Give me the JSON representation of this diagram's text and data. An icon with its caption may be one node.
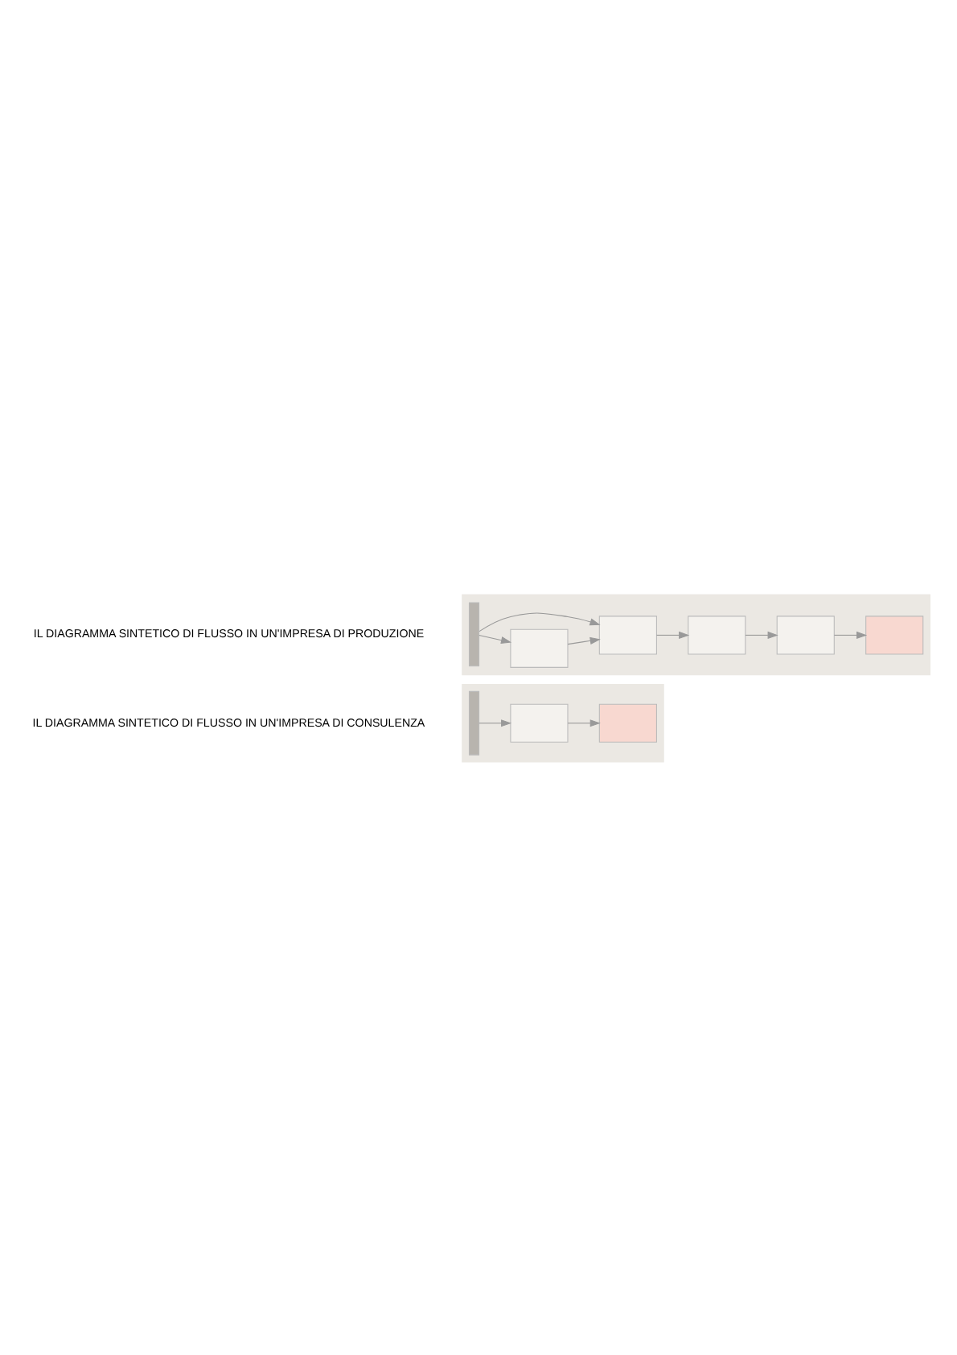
{
  "diagram": {
    "nodes": [
      {
        "text": [],
        "shape": "box"
      },
      {
        "text": [],
        "shape": "bar",
        "in": 0
      },
      {
        "text": [],
        "shape": "box",
        "in": 0
      },
      {
        "text": [],
        "shape": "box",
        "in": 0
      },
      {
        "text": [],
        "shape": "box",
        "in": 0
      },
      {
        "text": [],
        "shape": "box",
        "in": 0
      },
      {
        "text": [],
        "shape": "box",
        "in": 0
      },
      {
        "text": [],
        "shape": "box"
      },
      {
        "text": [],
        "shape": "bar",
        "in": 7
      },
      {
        "text": [],
        "shape": "box",
        "in": 7
      },
      {
        "text": [],
        "shape": "box",
        "in": 7
      }
    ],
    "edges": [
      {
        "from": 1,
        "to": 2,
        "arrow": "to"
      },
      {
        "from": 1,
        "to": 3,
        "arrow": "to"
      },
      {
        "from": 2,
        "to": 3,
        "arrow": "to"
      },
      {
        "from": 3,
        "to": 4,
        "arrow": "to"
      },
      {
        "from": 4,
        "to": 5,
        "arrow": "to"
      },
      {
        "from": 5,
        "to": 6,
        "arrow": "to"
      },
      {
        "from": 8,
        "to": 9,
        "arrow": "to"
      },
      {
        "from": 9,
        "to": 10,
        "arrow": "to"
      }
    ],
    "labels": [
      "IL DIAGRAMMA SINTETICO DI FLUSSO IN UN'IMPRESA DI PRODUZIONE",
      "IL DIAGRAMMA SINTETICO DI FLUSSO IN UN'IMPRESA DI CONSULENZA"
    ]
  }
}
